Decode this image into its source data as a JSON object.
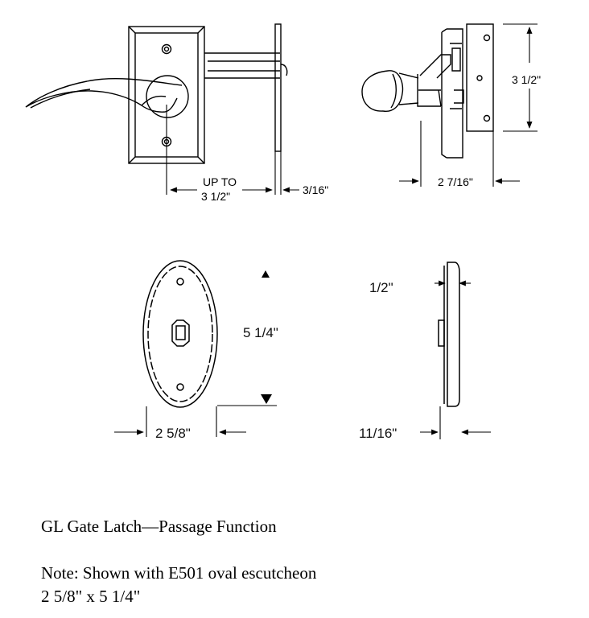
{
  "dimensions": {
    "projection_line1": "UP TO",
    "projection_line2": "3 1/2\"",
    "rose_thickness": "3/16\"",
    "plate_height": "3 1/2\"",
    "side_depth": "2 7/16\"",
    "oval_height": "5 1/4\"",
    "oval_width": "2 5/8\"",
    "oval_edge": "1/2\"",
    "oval_depth": "11/16\""
  },
  "caption": {
    "title": "GL Gate Latch—Passage Function",
    "note_line1": "Note: Shown with E501 oval escutcheon",
    "note_line2": "2 5/8\" x 5 1/4\""
  }
}
